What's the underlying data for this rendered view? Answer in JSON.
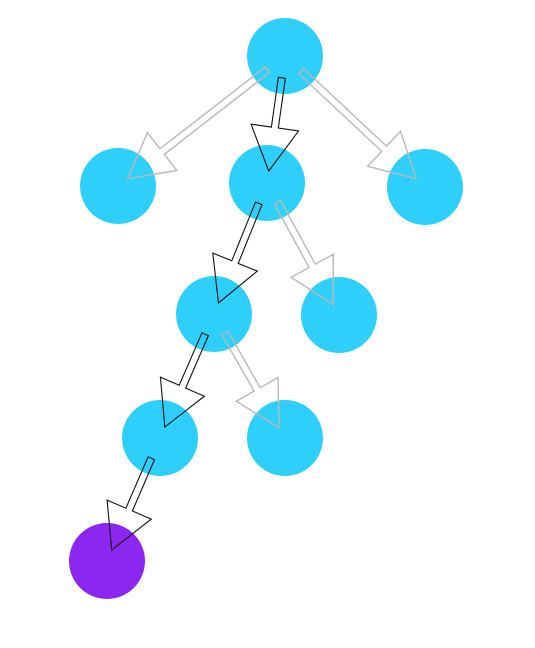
{
  "diagram": {
    "type": "tree-traversal",
    "colors": {
      "node_default": "#2ecffb",
      "node_target": "#8b27f0",
      "edge_inactive": "#b8b8b8",
      "edge_active": "#111111"
    },
    "nodes": [
      {
        "id": "n1",
        "state": "default"
      },
      {
        "id": "n2",
        "state": "default"
      },
      {
        "id": "n3",
        "state": "default"
      },
      {
        "id": "n4",
        "state": "default"
      },
      {
        "id": "n5",
        "state": "default"
      },
      {
        "id": "n6",
        "state": "default"
      },
      {
        "id": "n7",
        "state": "default"
      },
      {
        "id": "n8",
        "state": "default"
      },
      {
        "id": "n9",
        "state": "target"
      }
    ],
    "edges": [
      {
        "from": "n1",
        "to": "n2",
        "active": false
      },
      {
        "from": "n1",
        "to": "n3",
        "active": true
      },
      {
        "from": "n1",
        "to": "n4",
        "active": false
      },
      {
        "from": "n3",
        "to": "n5",
        "active": true
      },
      {
        "from": "n3",
        "to": "n6",
        "active": false
      },
      {
        "from": "n5",
        "to": "n7",
        "active": true
      },
      {
        "from": "n5",
        "to": "n8",
        "active": false
      },
      {
        "from": "n7",
        "to": "n9",
        "active": true
      }
    ]
  }
}
